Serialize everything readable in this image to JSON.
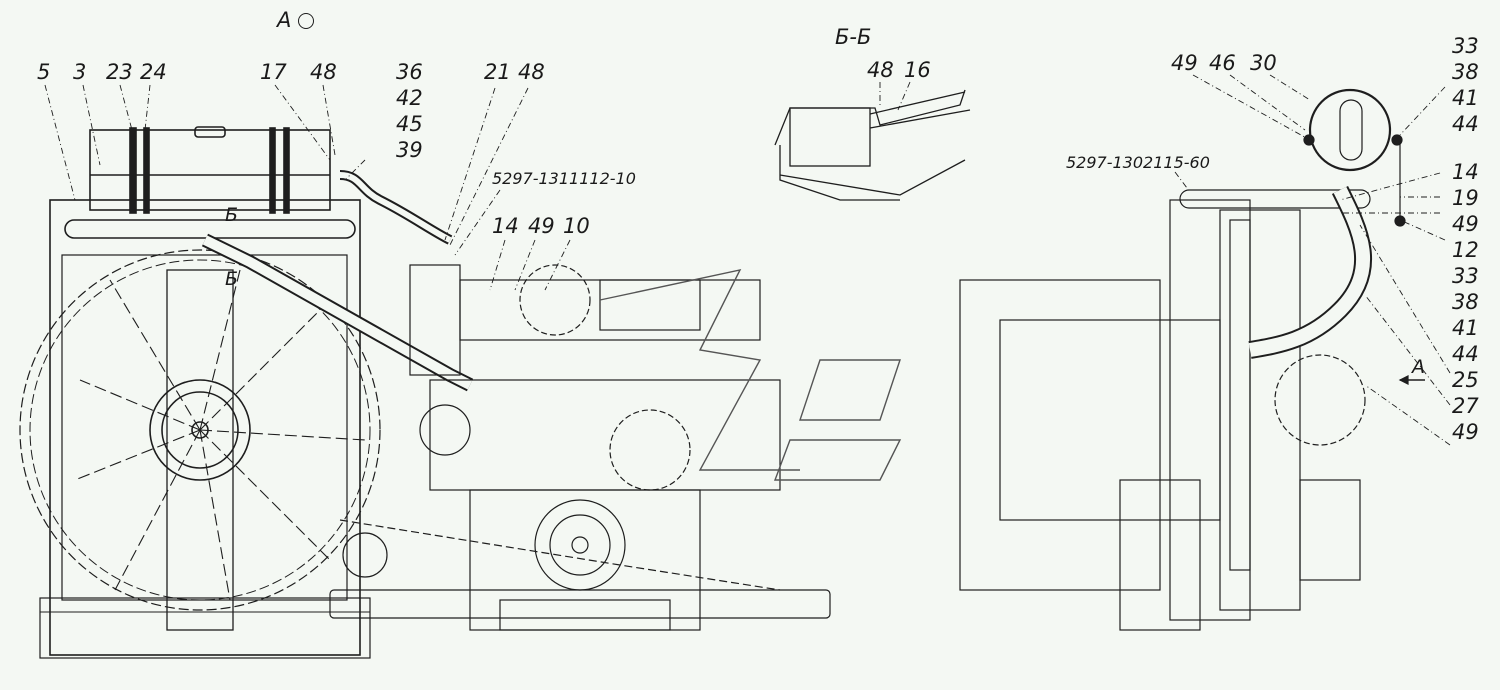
{
  "views": {
    "view_a": {
      "title": "А",
      "marker": "circle"
    },
    "section_bb": {
      "title": "Б-Б",
      "cut_mark": "Б"
    },
    "arrow_a": "А"
  },
  "labels": {
    "l5": "5",
    "l3": "3",
    "l23": "23",
    "l24": "24",
    "l17": "17",
    "l48a": "48",
    "stack1": [
      "36",
      "42",
      "45",
      "39"
    ],
    "l21": "21",
    "l48b": "48",
    "pn1": "5297-1311112-10",
    "l14a": "14",
    "l49a": "49",
    "l10": "10",
    "bb48": "48",
    "bb16": "16",
    "l49b": "49",
    "l46": "46",
    "l30": "30",
    "pn2": "5297-1302115-60",
    "stack_top": [
      "33",
      "38",
      "41",
      "44"
    ],
    "right_col": [
      "14",
      "19",
      "49",
      "12",
      "33",
      "38",
      "41",
      "44",
      "25",
      "27",
      "49"
    ]
  },
  "colors": {
    "line": "#1e1e1e",
    "background": "#f4f8f3"
  }
}
